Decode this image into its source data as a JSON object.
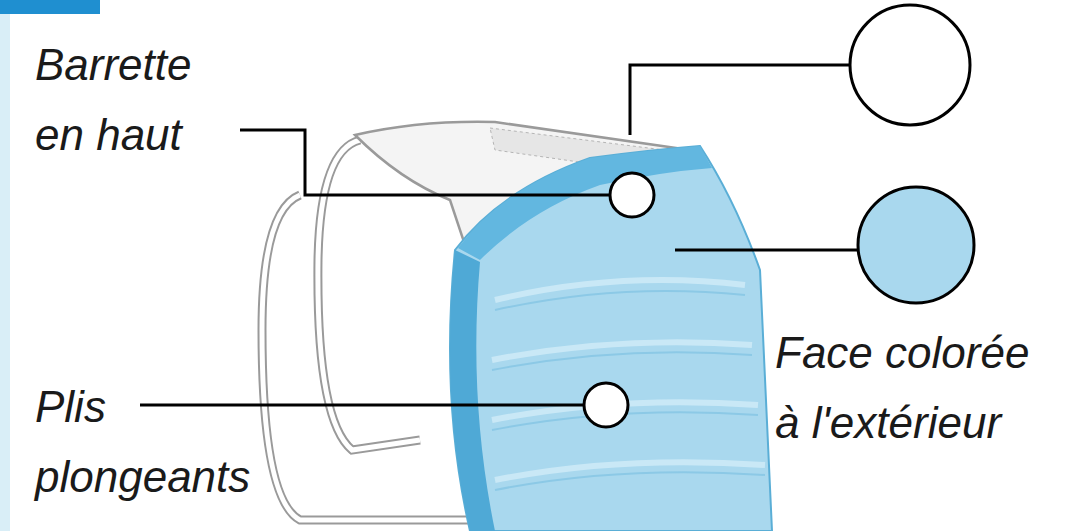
{
  "diagram": {
    "labels": [
      "Barrette en haut",
      "Plis plongeants",
      "Face colorée à l'extérieur"
    ]
  }
}
